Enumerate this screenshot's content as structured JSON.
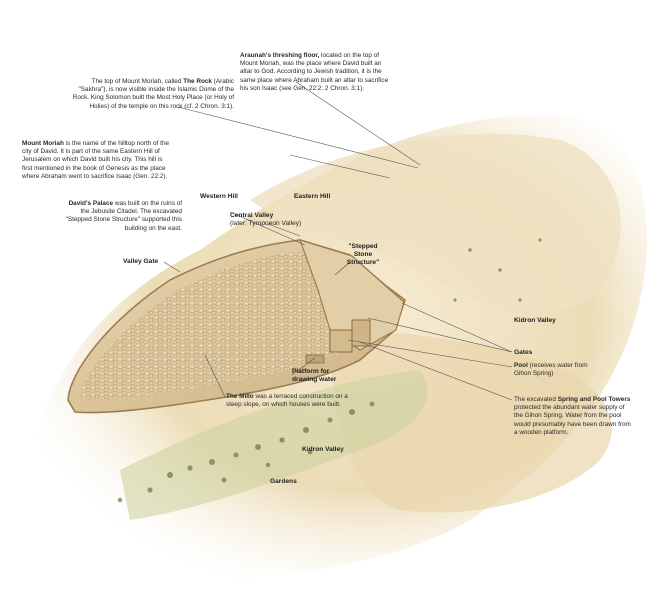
{
  "notes": {
    "araunah": {
      "title": "Araunah's threshing floor,",
      "text": " located on the top of Mount Moriah, was the place where David built an altar to God. According to Jewish tradition, it is the same place where Abraham built an altar to sacrifice his son Isaac (see Gen. 22:2; 2 Chron. 3:1)."
    },
    "rock": {
      "pre": "The top of Mount Moriah, called ",
      "title": "The Rock",
      "text": " (Arabic \"Sakhra\"), is now visible inside the Islamic Dome of the Rock. King Solomon built the Most Holy Place (or Holy of Holies) of the temple on this rock (cf. 2 Chron. 3:1)."
    },
    "moriah": {
      "title": "Mount Moriah",
      "text": " is the name of the hilltop north of the city of David. It is part of the same Eastern Hill of Jerusalem on which David built his city. This hill is first mentioned in the book of Genesis as the place where Abraham went to sacrifice Isaac (Gen. 22:2)."
    },
    "palace": {
      "title": "David's Palace",
      "text": " was built on the ruins of the Jebusite Citadel. The excavated \"Stepped Stone Structure\" supported this building on the east."
    },
    "pool": {
      "title": "Pool",
      "text": " (receives water from Gihon Spring)"
    },
    "towers": {
      "pre": "The excavated ",
      "title": "Spring and Pool Towers",
      "text": " protected the abundant water supply of the Gihon Spring. Water from the pool would presumably have been drawn from a wooden platform."
    },
    "millo": {
      "title": "The Millo",
      "text": " was a terraced construction on a steep slope, on which houses were built."
    }
  },
  "labels": {
    "western_hill": "Western Hill",
    "eastern_hill": "Eastern Hill",
    "central_valley": "Central Valley",
    "central_valley_sub": "(later: Tyropoeon Valley)",
    "stepped_stone": "\"Stepped Stone Structure\"",
    "valley_gate": "Valley Gate",
    "kidron_valley_right": "Kidron Valley",
    "gates": "Gates",
    "platform": "Platform for drawing water",
    "kidron_valley_bottom": "Kidron Valley",
    "gardens": "Gardens"
  },
  "colors": {
    "terrain_light": "#f3e7cc",
    "terrain_mid": "#e6d2a6",
    "city_wall": "#c9ad7f",
    "houses": "#d8c29a",
    "gardens": "#8c9a5c",
    "leader_line": "#555555"
  }
}
